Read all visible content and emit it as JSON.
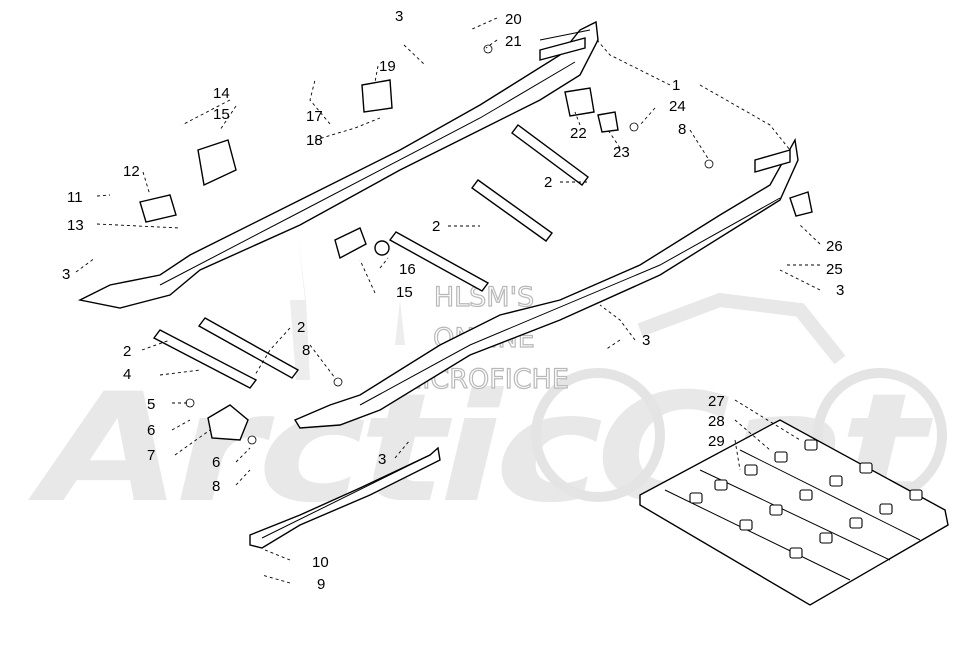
{
  "watermark": {
    "brand": "ArcticCat",
    "lines": [
      "HLSM'S",
      "ONLINE",
      "MICROFICHE"
    ]
  },
  "callouts": [
    {
      "id": "c1",
      "label": "1"
    },
    {
      "id": "c2a",
      "label": "2"
    },
    {
      "id": "c2b",
      "label": "2"
    },
    {
      "id": "c2c",
      "label": "2"
    },
    {
      "id": "c2d",
      "label": "2"
    },
    {
      "id": "c3a",
      "label": "3"
    },
    {
      "id": "c3b",
      "label": "3"
    },
    {
      "id": "c3c",
      "label": "3"
    },
    {
      "id": "c3d",
      "label": "3"
    },
    {
      "id": "c3e",
      "label": "3"
    },
    {
      "id": "c4",
      "label": "4"
    },
    {
      "id": "c5",
      "label": "5"
    },
    {
      "id": "c6a",
      "label": "6"
    },
    {
      "id": "c6b",
      "label": "6"
    },
    {
      "id": "c7",
      "label": "7"
    },
    {
      "id": "c8a",
      "label": "8"
    },
    {
      "id": "c8b",
      "label": "8"
    },
    {
      "id": "c8c",
      "label": "8"
    },
    {
      "id": "c9",
      "label": "9"
    },
    {
      "id": "c10",
      "label": "10"
    },
    {
      "id": "c11",
      "label": "11"
    },
    {
      "id": "c12",
      "label": "12"
    },
    {
      "id": "c13",
      "label": "13"
    },
    {
      "id": "c14",
      "label": "14"
    },
    {
      "id": "c15a",
      "label": "15"
    },
    {
      "id": "c15b",
      "label": "15"
    },
    {
      "id": "c16",
      "label": "16"
    },
    {
      "id": "c17",
      "label": "17"
    },
    {
      "id": "c18",
      "label": "18"
    },
    {
      "id": "c19",
      "label": "19"
    },
    {
      "id": "c20",
      "label": "20"
    },
    {
      "id": "c21",
      "label": "21"
    },
    {
      "id": "c22",
      "label": "22"
    },
    {
      "id": "c23",
      "label": "23"
    },
    {
      "id": "c24",
      "label": "24"
    },
    {
      "id": "c25",
      "label": "25"
    },
    {
      "id": "c26",
      "label": "26"
    },
    {
      "id": "c27",
      "label": "27"
    },
    {
      "id": "c28",
      "label": "28"
    },
    {
      "id": "c29",
      "label": "29"
    }
  ]
}
